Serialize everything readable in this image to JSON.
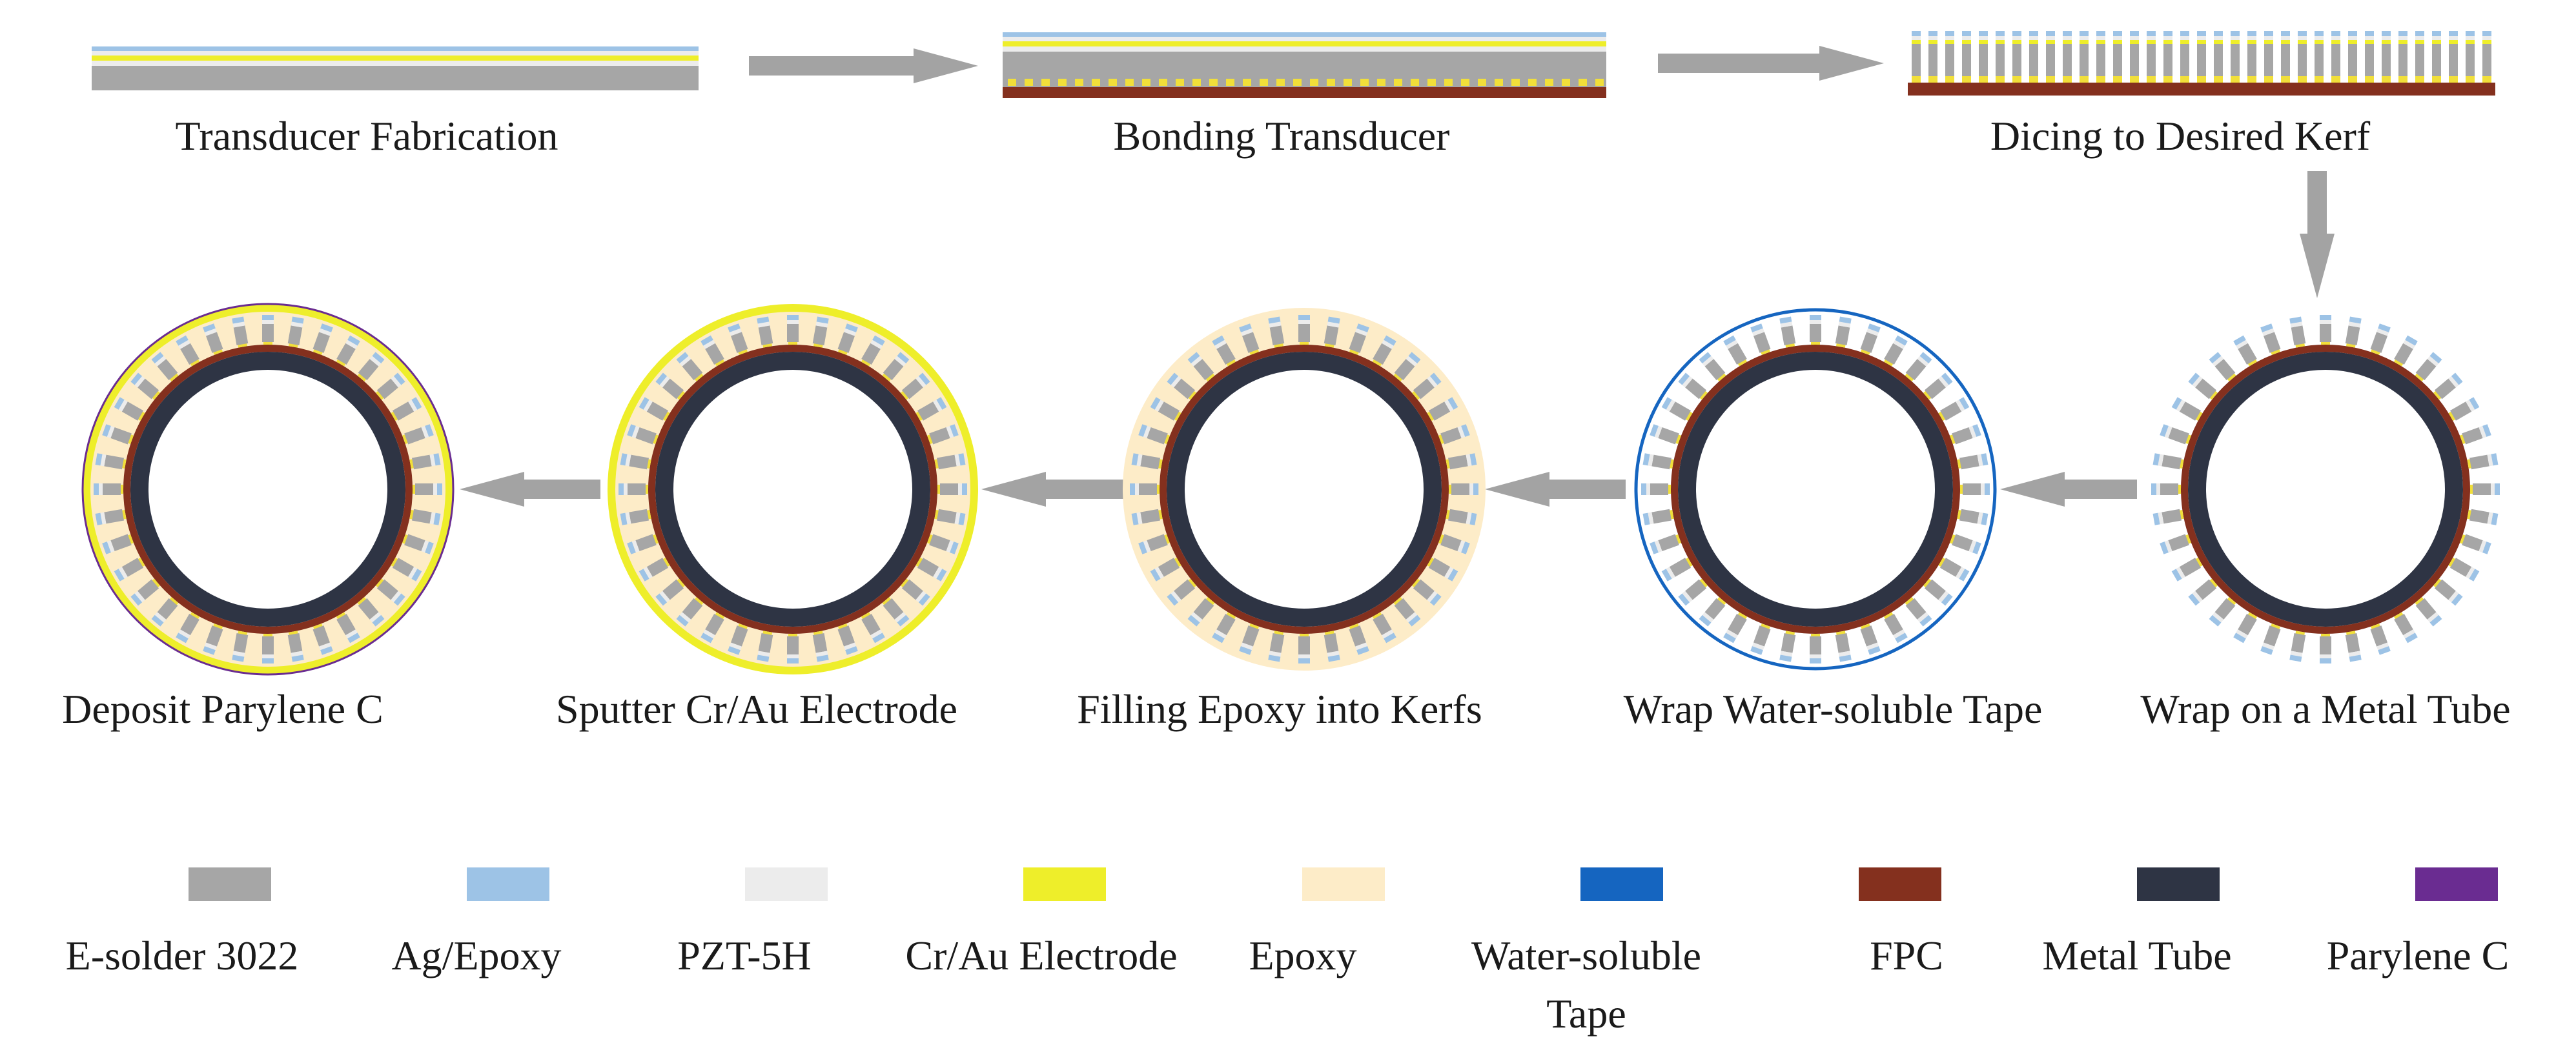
{
  "steps": [
    {
      "id": "transducer-fabrication",
      "label": "Transducer Fabrication"
    },
    {
      "id": "bonding-transducer",
      "label": "Bonding Transducer"
    },
    {
      "id": "dicing-to-desired-kerf",
      "label": "Dicing to Desired Kerf"
    },
    {
      "id": "wrap-on-metal-tube",
      "label": "Wrap on a Metal Tube"
    },
    {
      "id": "wrap-water-soluble-tape",
      "label": "Wrap Water-soluble Tape"
    },
    {
      "id": "filling-epoxy-into-kerfs",
      "label": "Filling Epoxy into Kerfs"
    },
    {
      "id": "sputter-cr-au-electrode",
      "label": "Sputter Cr/Au Electrode"
    },
    {
      "id": "deposit-parylene-c",
      "label": "Deposit Parylene C"
    }
  ],
  "legend": [
    {
      "key": "e_solder",
      "label_lines": [
        "E-solder 3022"
      ],
      "color": "#a6a6a6"
    },
    {
      "key": "ag_epoxy",
      "label_lines": [
        "Ag/Epoxy"
      ],
      "color": "#9dc3e6"
    },
    {
      "key": "pzt",
      "label_lines": [
        "PZT-5H"
      ],
      "color": "#ececec"
    },
    {
      "key": "crau",
      "label_lines": [
        "Cr/Au Electrode"
      ],
      "color": "#eeee2a"
    },
    {
      "key": "epoxy",
      "label_lines": [
        "Epoxy"
      ],
      "color": "#fdecc8"
    },
    {
      "key": "tape",
      "label_lines": [
        "Water-soluble",
        "Tape"
      ],
      "color": "#1565c0"
    },
    {
      "key": "fpc",
      "label_lines": [
        "FPC"
      ],
      "color": "#84301e"
    },
    {
      "key": "metal",
      "label_lines": [
        "Metal Tube"
      ],
      "color": "#2e3444"
    },
    {
      "key": "parylene",
      "label_lines": [
        "Parylene C"
      ],
      "color": "#6a2c91"
    }
  ],
  "colors": {
    "arrow": "#a3a3a3",
    "solder_dots": "#f1df3a"
  }
}
